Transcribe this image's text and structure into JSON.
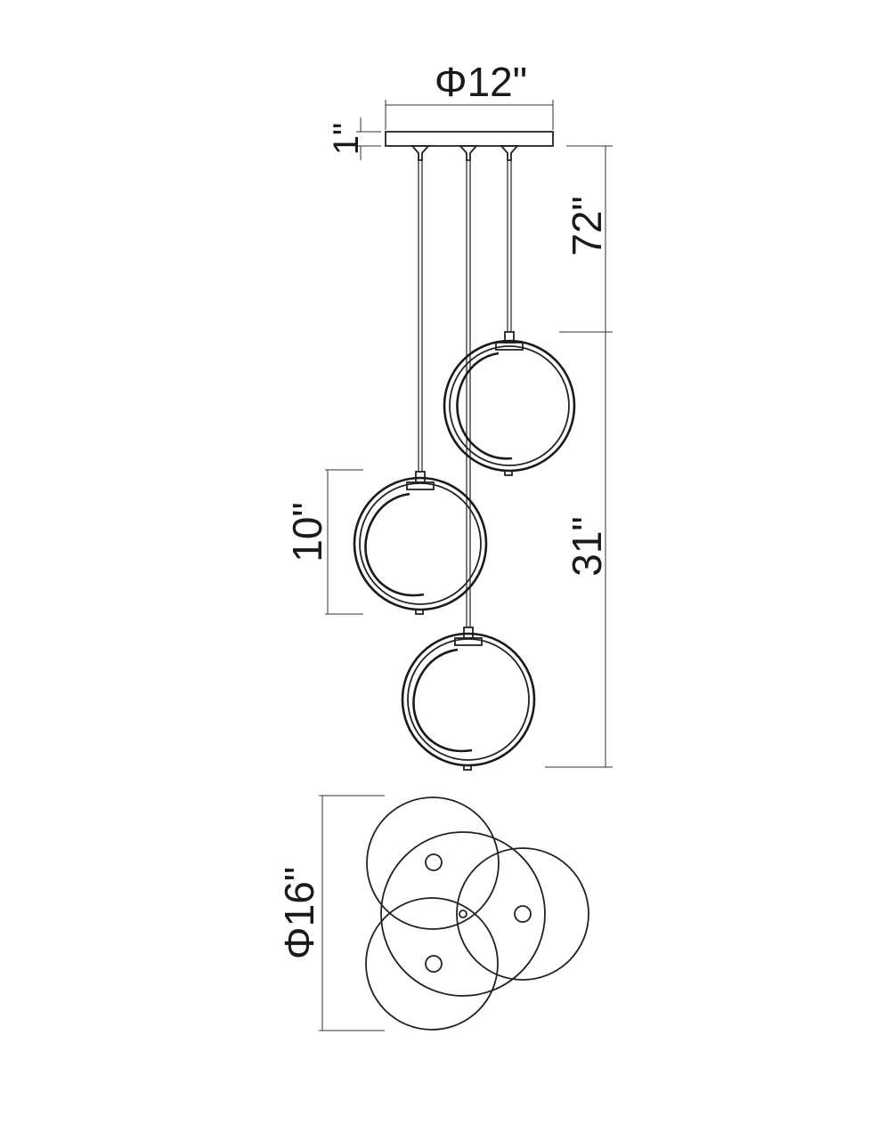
{
  "dimensions": {
    "canopy_diameter": "Φ12\"",
    "canopy_height": "1\"",
    "cord_length": "72\"",
    "overall_drop": "31\"",
    "globe_height": "10\"",
    "spread_diameter": "Φ16\""
  },
  "colors": {
    "line": "#1a1a1a",
    "background": "#ffffff"
  }
}
